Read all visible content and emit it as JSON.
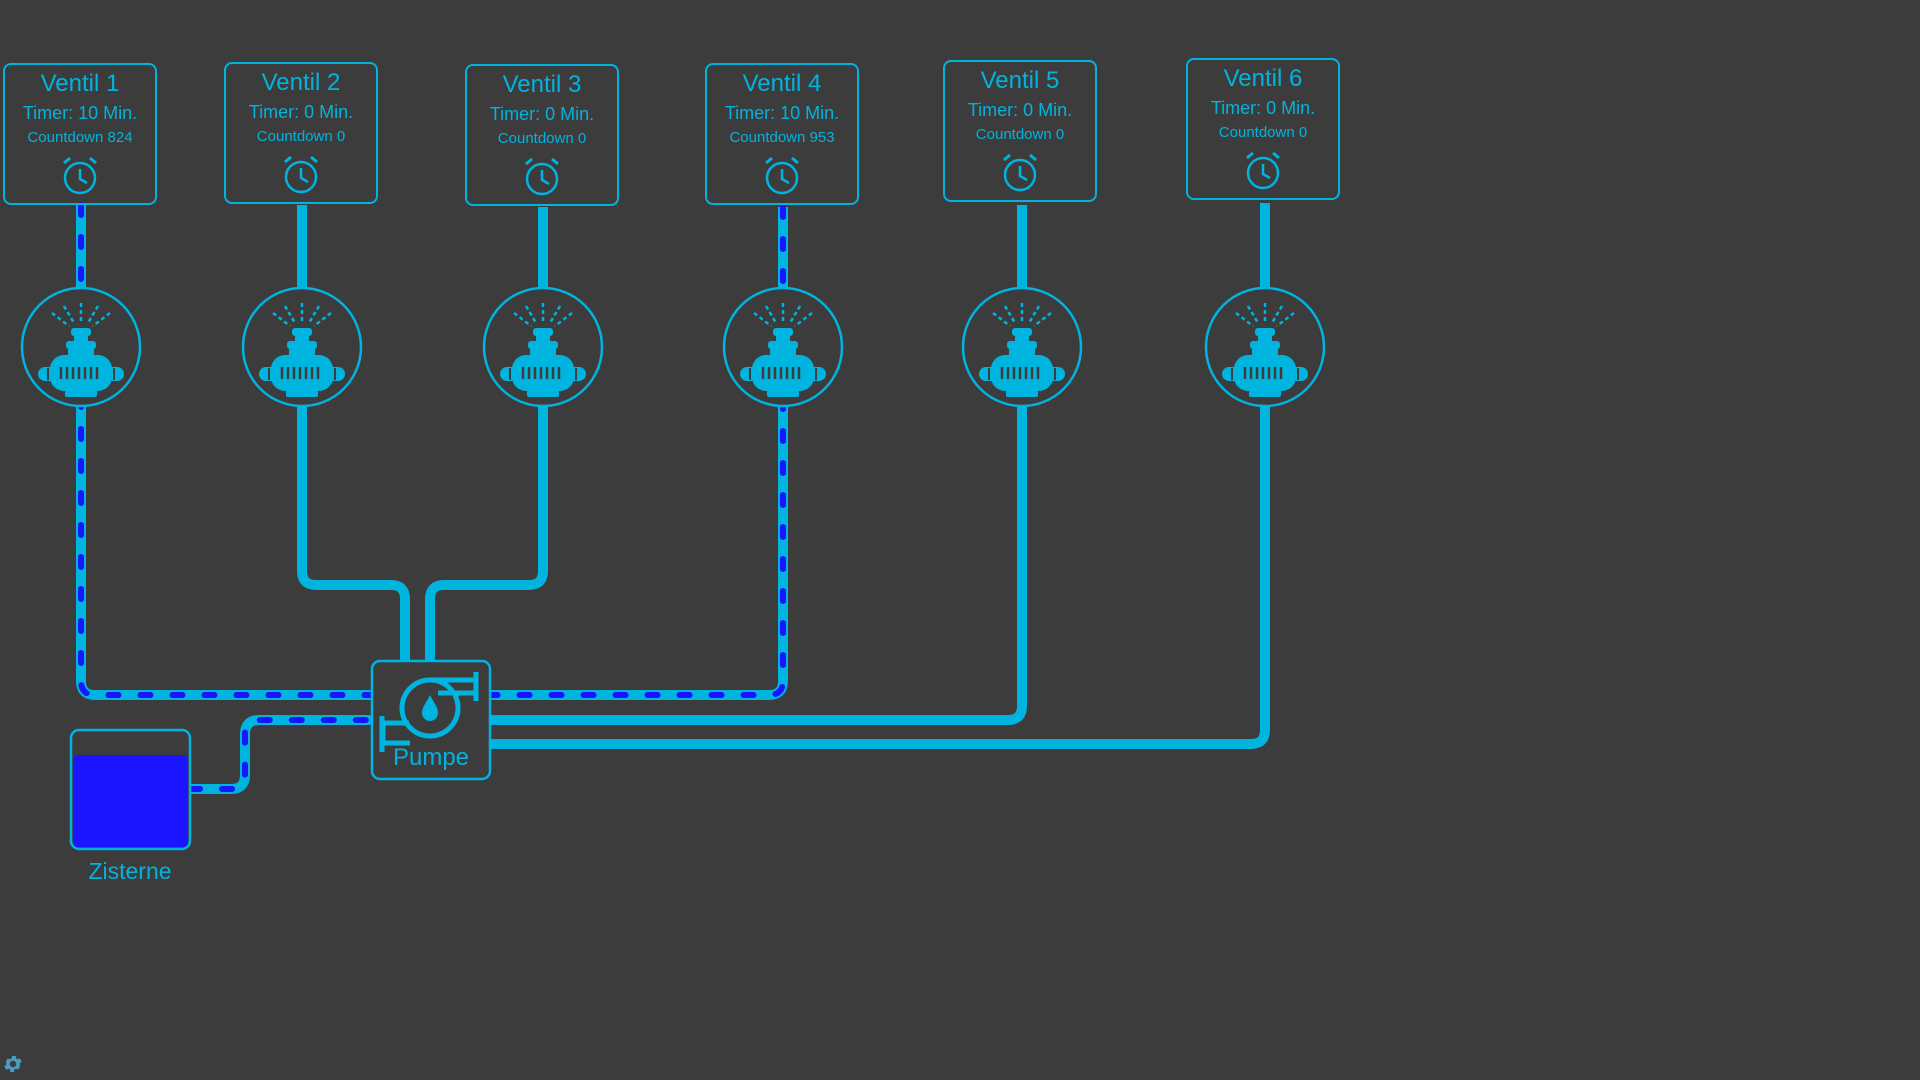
{
  "colors": {
    "background": "#3c3c3c",
    "pipe": "#00b4e0",
    "flow": "#1a14ff",
    "gear": "#4a9cc0"
  },
  "valves": [
    {
      "title": "Ventil 1",
      "timer": "Timer: 10 Min.",
      "countdown": "Countdown 824",
      "active": true
    },
    {
      "title": "Ventil 2",
      "timer": "Timer: 0 Min.",
      "countdown": "Countdown 0",
      "active": false
    },
    {
      "title": "Ventil 3",
      "timer": "Timer: 0 Min.",
      "countdown": "Countdown 0",
      "active": false
    },
    {
      "title": "Ventil 4",
      "timer": "Timer: 10 Min.",
      "countdown": "Countdown 953",
      "active": true
    },
    {
      "title": "Ventil 5",
      "timer": "Timer: 0 Min.",
      "countdown": "Countdown 0",
      "active": false
    },
    {
      "title": "Ventil 6",
      "timer": "Timer: 0 Min.",
      "countdown": "Countdown 0",
      "active": false
    }
  ],
  "pump": {
    "label": "Pumpe",
    "active": true
  },
  "cistern": {
    "label": "Zisterne",
    "fill_percent": 80
  },
  "settings": {
    "icon": "gear-icon"
  }
}
